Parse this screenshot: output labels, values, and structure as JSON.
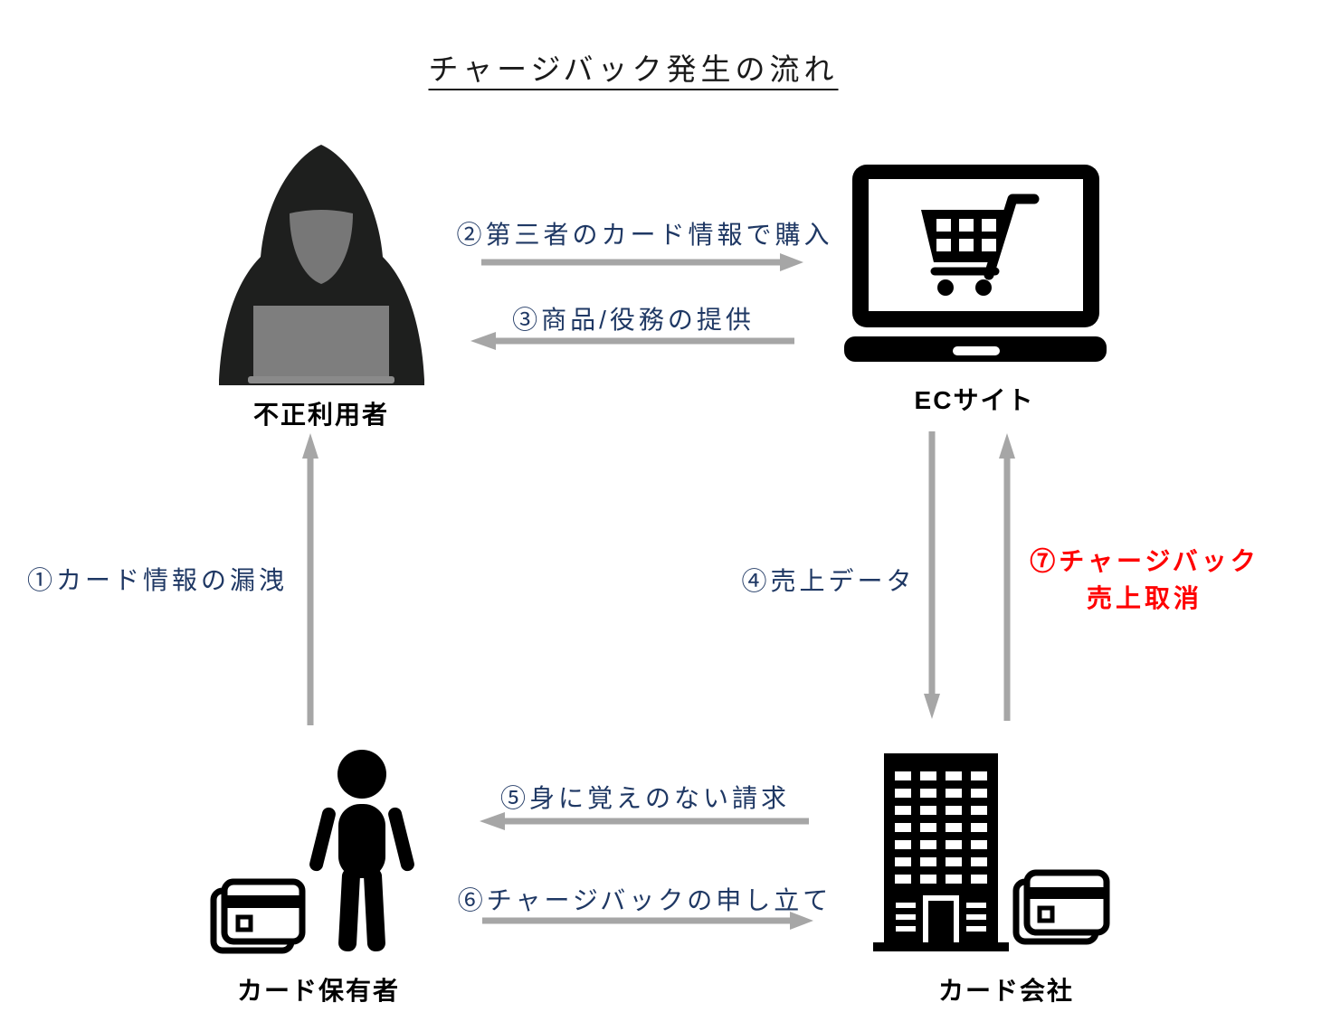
{
  "title": "チャージバック発生の流れ",
  "nodes": {
    "fraudster": {
      "label": "不正利用者"
    },
    "ec_site": {
      "label": "ECサイト"
    },
    "card_holder": {
      "label": "カード保有者"
    },
    "card_company": {
      "label": "カード会社"
    }
  },
  "flows": {
    "f1": {
      "label": "①カード情報の漏洩",
      "from": "card_holder",
      "to": "fraudster",
      "direction": "up"
    },
    "f2": {
      "label": "②第三者のカード情報で購入",
      "from": "fraudster",
      "to": "ec_site",
      "direction": "right"
    },
    "f3": {
      "label": "③商品/役務の提供",
      "from": "ec_site",
      "to": "fraudster",
      "direction": "left"
    },
    "f4": {
      "label": "④売上データ",
      "from": "ec_site",
      "to": "card_company",
      "direction": "down"
    },
    "f5": {
      "label": "⑤身に覚えのない請求",
      "from": "card_company",
      "to": "card_holder",
      "direction": "left"
    },
    "f6": {
      "label": "⑥チャージバックの申し立て",
      "from": "card_holder",
      "to": "card_company",
      "direction": "right"
    },
    "f7": {
      "label_line1": "⑦チャージバック",
      "label_line2": "売上取消",
      "from": "card_company",
      "to": "ec_site",
      "direction": "up"
    }
  },
  "colors": {
    "flow_label_navy": "#1F3864",
    "arrow_gray": "#A6A6A6",
    "alert_red": "#FF0000",
    "icon_black": "#000000",
    "hood_dark": "#1E1F1E",
    "face_gray": "#777777",
    "laptop_gray": "#7E7E7E"
  }
}
